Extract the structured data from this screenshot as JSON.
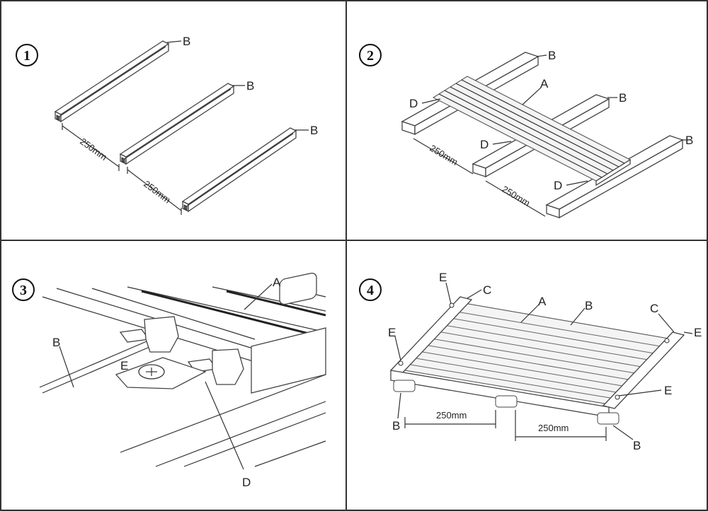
{
  "steps": [
    "1",
    "2",
    "3",
    "4"
  ],
  "panel1": {
    "labels": [
      "B",
      "B",
      "B"
    ],
    "dims": [
      "250mm",
      "250mm"
    ]
  },
  "panel2": {
    "labels": {
      "b1": "B",
      "b2": "B",
      "b3": "B",
      "a": "A",
      "d1": "D",
      "d2": "D",
      "d3": "D"
    },
    "dims": [
      "250mm",
      "250mm"
    ]
  },
  "panel3": {
    "labels": {
      "a": "A",
      "b": "B",
      "e": "E",
      "d": "D"
    }
  },
  "panel4": {
    "labels": {
      "e1": "E",
      "c1": "C",
      "a": "A",
      "b_top": "B",
      "c2": "C",
      "e2": "E",
      "e3": "E",
      "e4": "E",
      "b_left": "B",
      "b_right": "B"
    },
    "dims": [
      "250mm",
      "250mm"
    ]
  }
}
